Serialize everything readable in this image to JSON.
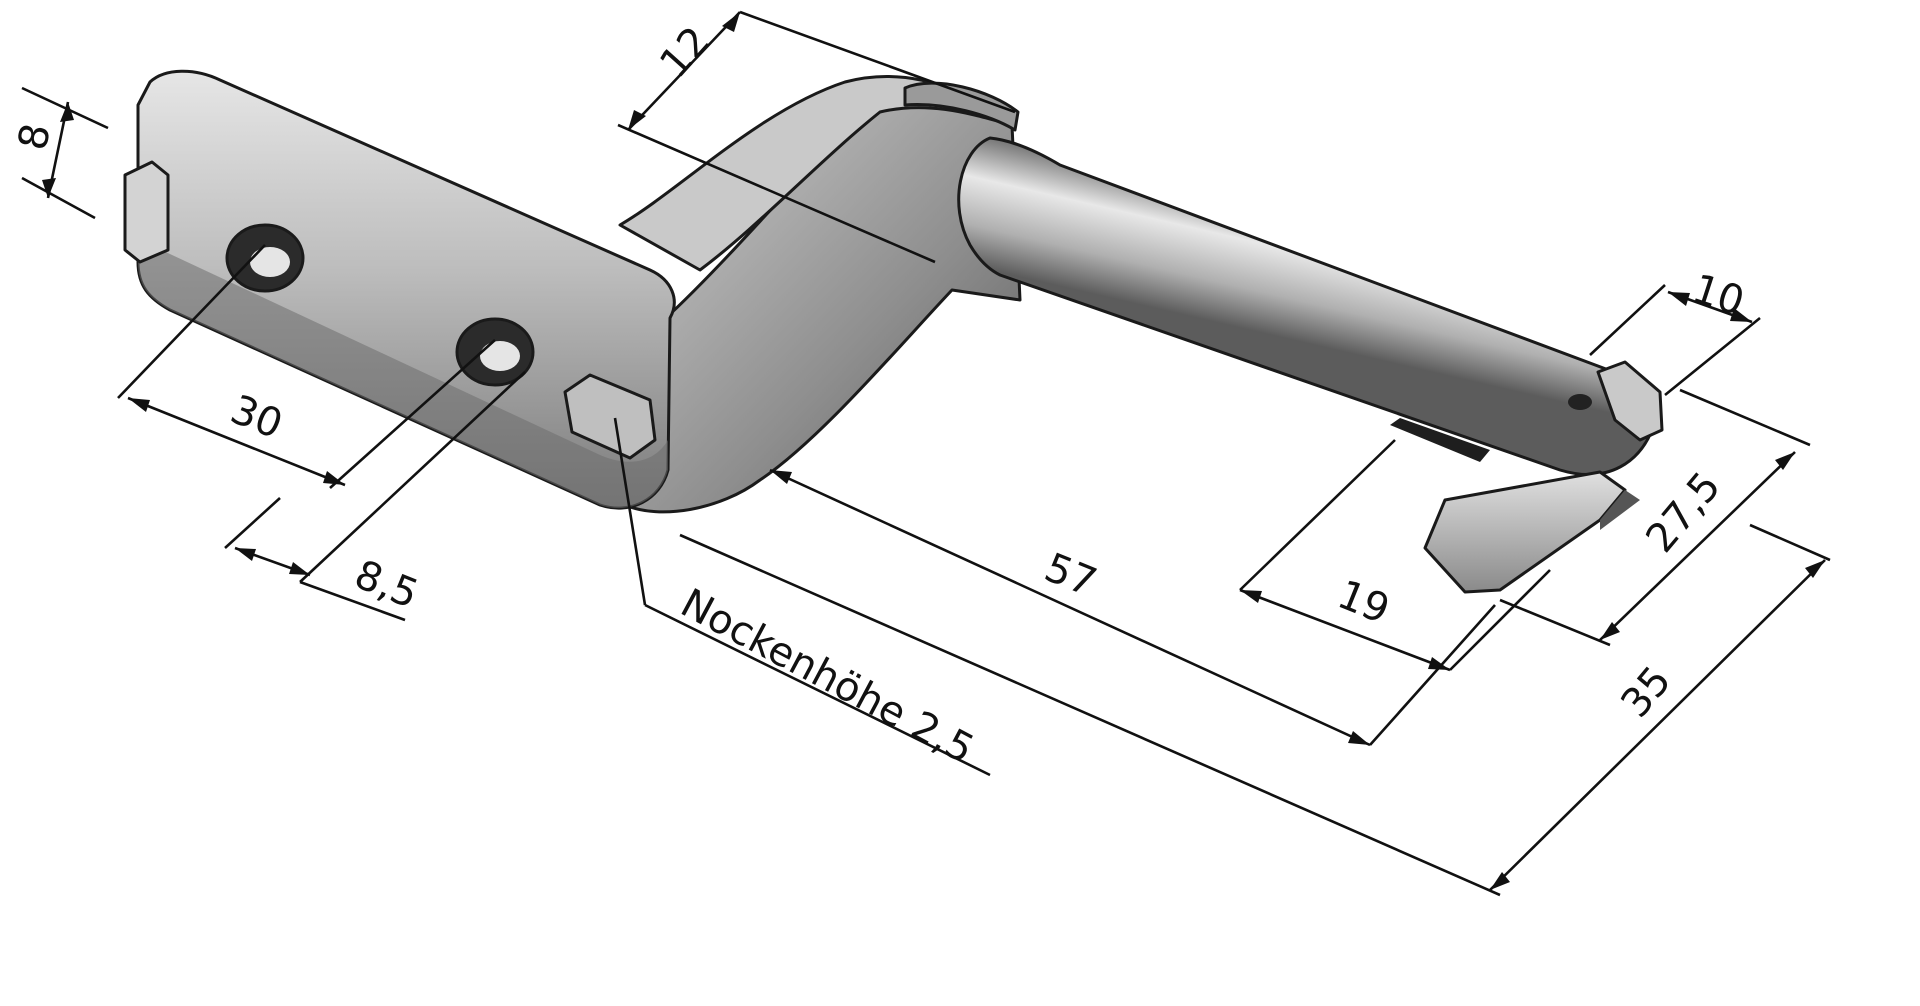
{
  "dimensions": {
    "height_8": "8",
    "thickness_12": "12",
    "width_10": "10",
    "hole_30": "30",
    "hole_8_5": "8,5",
    "length_57": "57",
    "length_19": "19",
    "length_27_5": "27,5",
    "length_35": "35"
  },
  "annotation": {
    "cam_height": "Nockenhöhe 2,5"
  },
  "colors": {
    "line": "#111111",
    "metal_light": "#d9d9d9",
    "metal_mid": "#a8a8a8",
    "metal_dark": "#5e5e5e",
    "background": "#ffffff"
  }
}
